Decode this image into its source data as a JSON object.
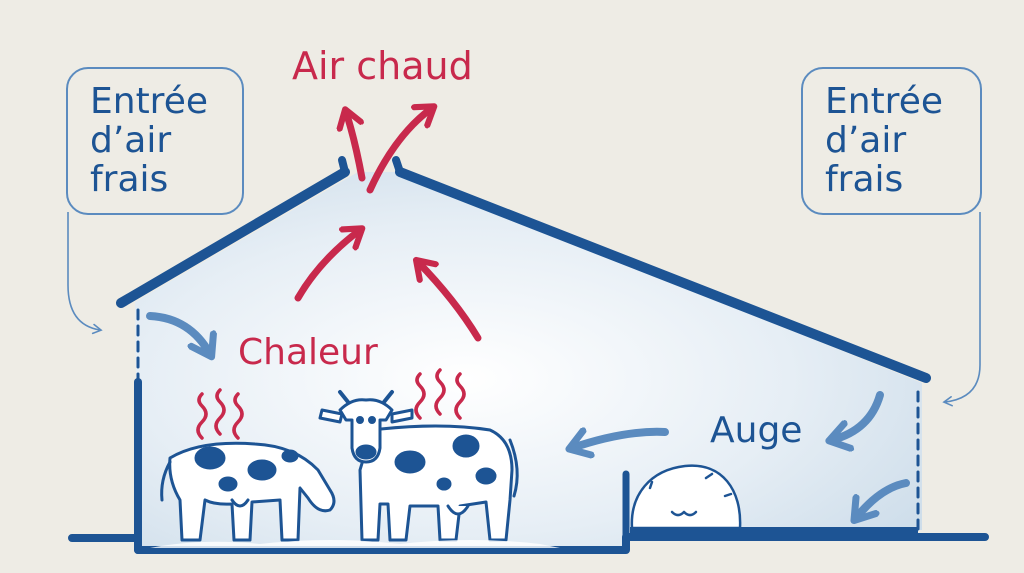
{
  "labels": {
    "hot_air": "Air chaud",
    "heat": "Chaleur",
    "trough": "Auge",
    "inlet_left": [
      "Entrée",
      "d’air",
      "frais"
    ],
    "inlet_right": [
      "Entrée",
      "d’air",
      "frais"
    ]
  },
  "colors": {
    "background": "#eeece5",
    "structure": "#1d5494",
    "fresh_air_arrow": "#5b8bbf",
    "hot_air_arrow": "#c8294c",
    "interior_air": "#d4e3ee"
  },
  "icons": [
    "cow-grazing-icon",
    "cow-standing-icon",
    "hay-bale-icon",
    "steam-icon"
  ]
}
